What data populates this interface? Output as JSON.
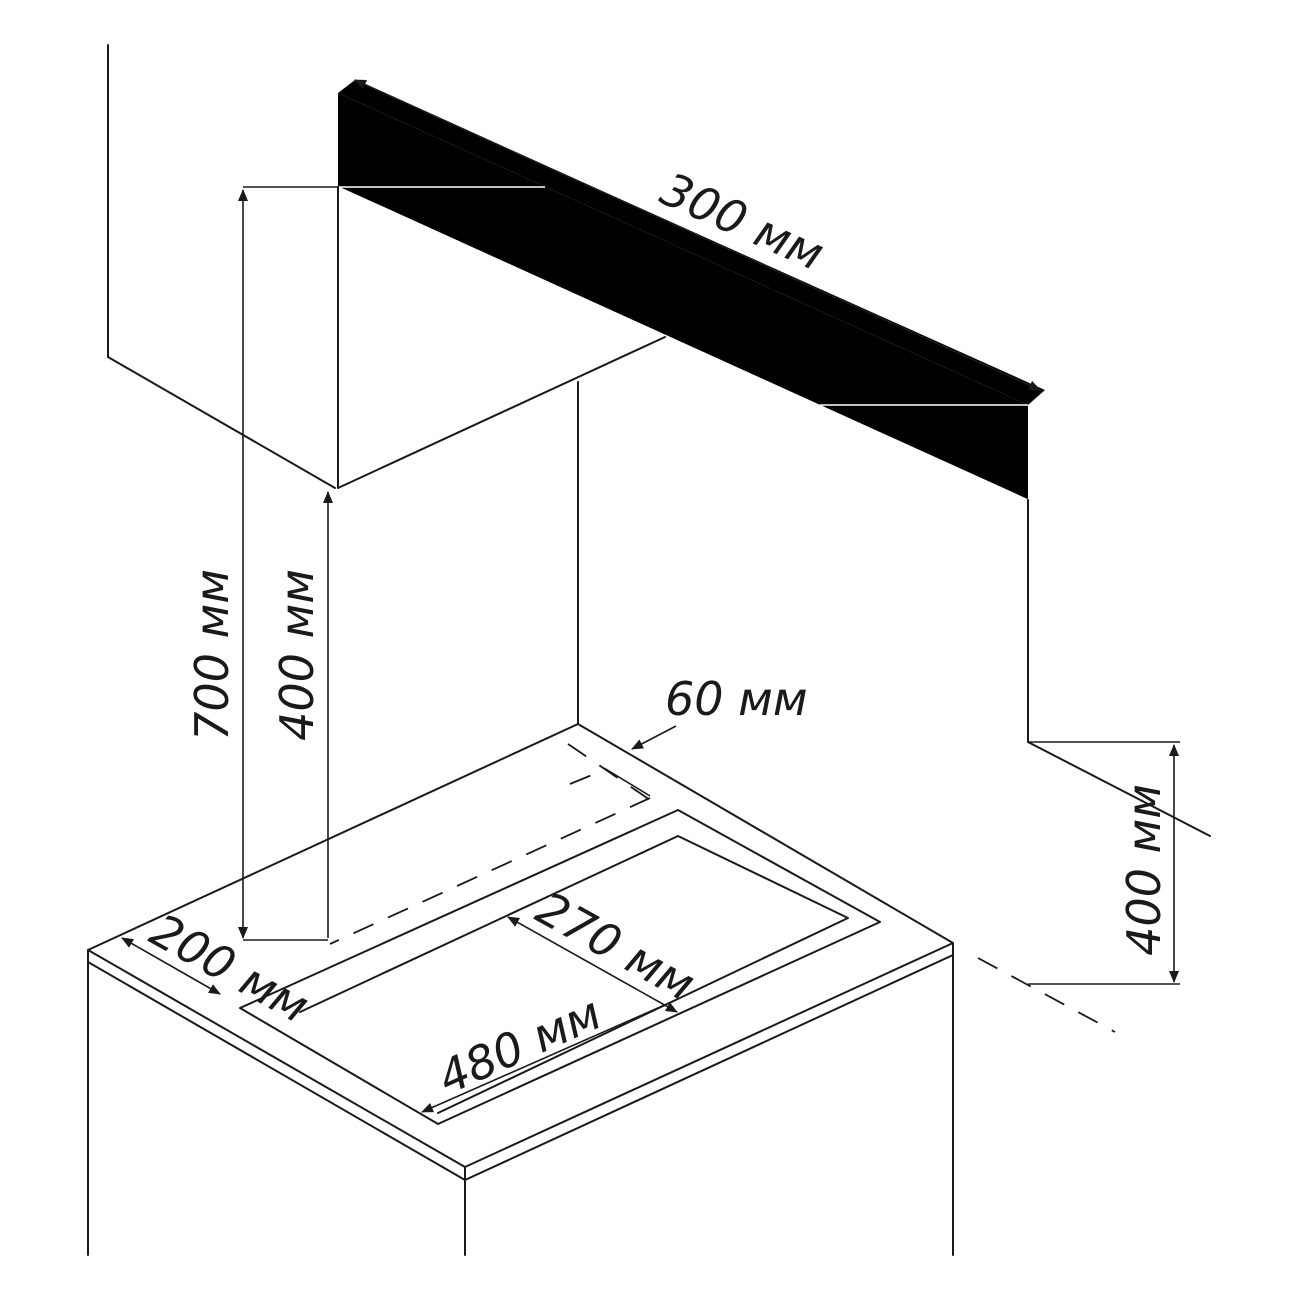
{
  "labels": {
    "width_shelf": "300 мм",
    "height_top": "700 мм",
    "height_bottom": "400 мм",
    "offset_back": "60 мм",
    "offset_side": "200 мм",
    "cutout_depth": "270 мм",
    "cutout_width": "480 мм",
    "height_right": "400 мм"
  },
  "colors": {
    "line": "#1a1a1a",
    "shelf_fill": "#000000",
    "background": "#ffffff"
  }
}
